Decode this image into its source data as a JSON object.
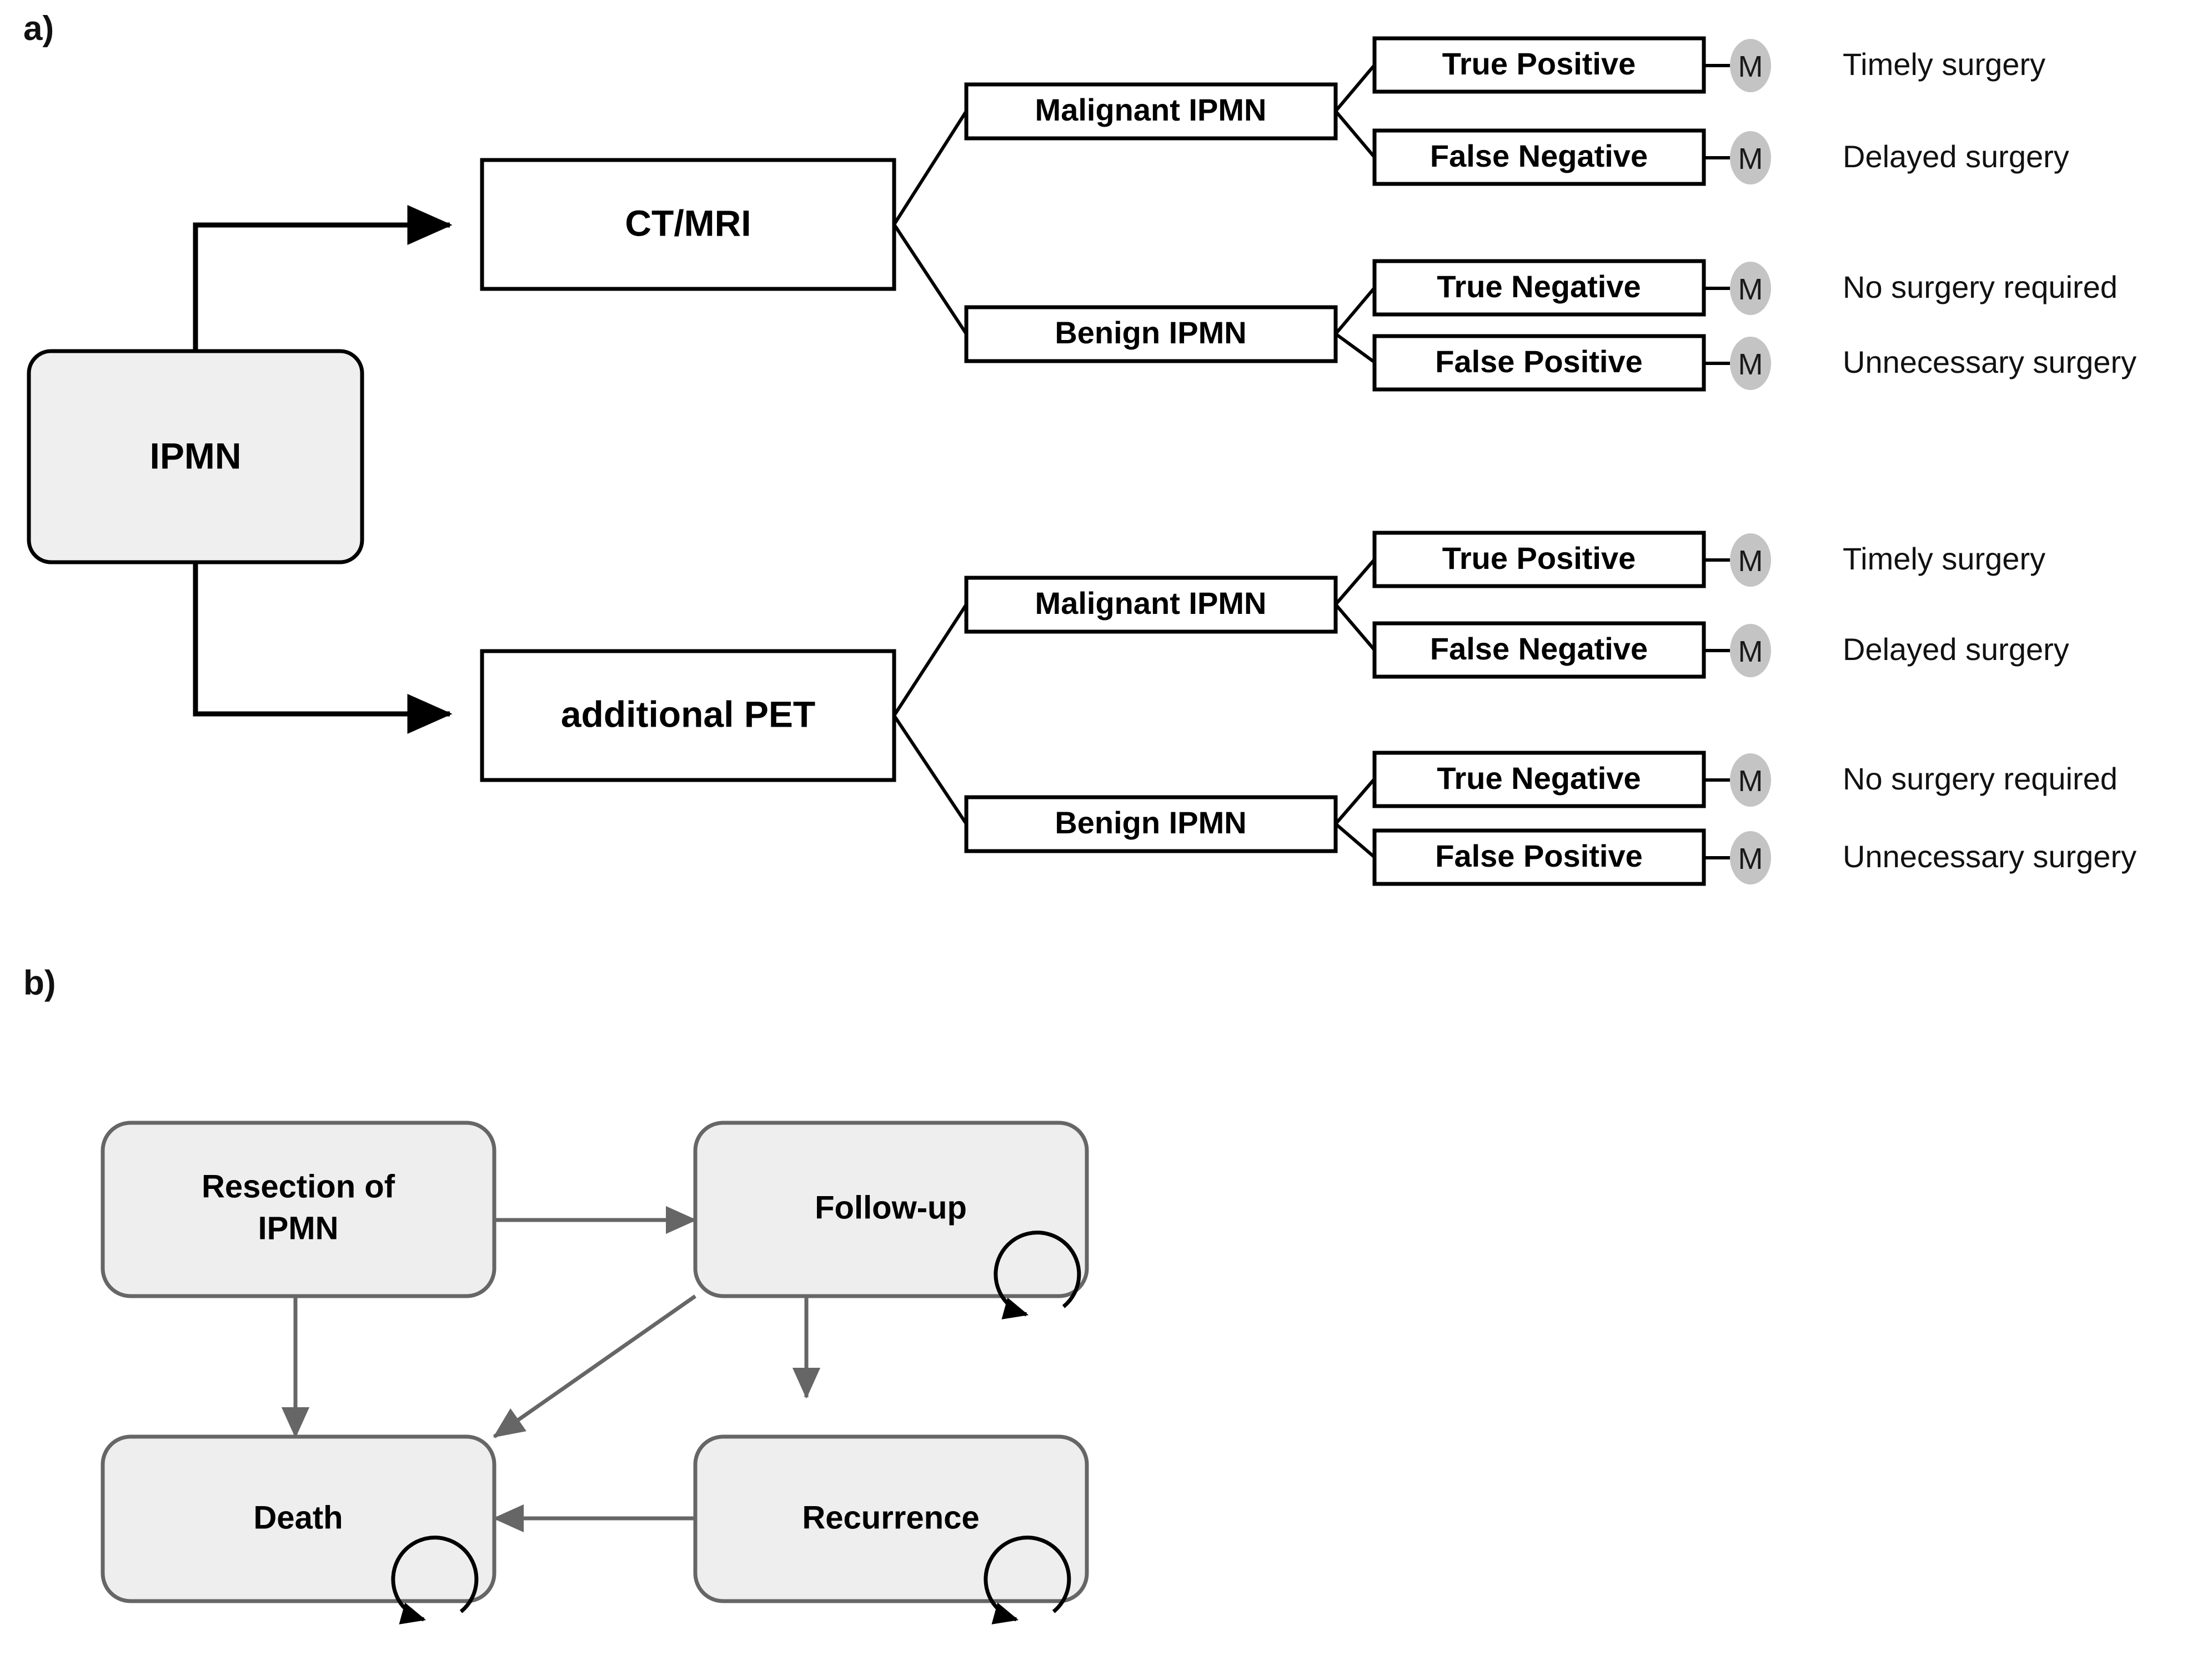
{
  "figure": {
    "panel_a_label": "a)",
    "panel_b_label": "b)"
  },
  "panel_a": {
    "root": {
      "label": "IPMN"
    },
    "strategies": [
      {
        "id": "ctmri",
        "label": "CT/MRI"
      },
      {
        "id": "pet",
        "label": "additional PET"
      }
    ],
    "disease_states": [
      {
        "label": "Malignant IPMN"
      },
      {
        "label": "Benign IPMN"
      }
    ],
    "branches": [
      {
        "strategy": "CT/MRI",
        "states": [
          {
            "state": "Malignant IPMN",
            "outcomes": [
              {
                "test_result": "True Positive",
                "markov": "M",
                "consequence": "Timely surgery"
              },
              {
                "test_result": "False Negative",
                "markov": "M",
                "consequence": "Delayed surgery"
              }
            ]
          },
          {
            "state": "Benign IPMN",
            "outcomes": [
              {
                "test_result": "True Negative",
                "markov": "M",
                "consequence": "No surgery required"
              },
              {
                "test_result": "False Positive",
                "markov": "M",
                "consequence": "Unnecessary surgery"
              }
            ]
          }
        ]
      },
      {
        "strategy": "additional PET",
        "states": [
          {
            "state": "Malignant IPMN",
            "outcomes": [
              {
                "test_result": "True Positive",
                "markov": "M",
                "consequence": "Timely surgery"
              },
              {
                "test_result": "False Negative",
                "markov": "M",
                "consequence": "Delayed surgery"
              }
            ]
          },
          {
            "state": "Benign IPMN",
            "outcomes": [
              {
                "test_result": "True Negative",
                "markov": "M",
                "consequence": "No surgery required"
              },
              {
                "test_result": "False Positive",
                "markov": "M",
                "consequence": "Unnecessary surgery"
              }
            ]
          }
        ]
      }
    ],
    "markov_marker": "M"
  },
  "panel_b": {
    "states": [
      {
        "id": "resection",
        "label_line1": "Resection of",
        "label_line2": "IPMN"
      },
      {
        "id": "followup",
        "label_line1": "Follow-up",
        "label_line2": ""
      },
      {
        "id": "death",
        "label_line1": "Death",
        "label_line2": ""
      },
      {
        "id": "recurrence",
        "label_line1": "Recurrence",
        "label_line2": ""
      }
    ],
    "transitions": [
      {
        "from": "resection",
        "to": "followup",
        "type": "bidirectional"
      },
      {
        "from": "resection",
        "to": "death",
        "type": "directed"
      },
      {
        "from": "followup",
        "to": "death",
        "type": "directed"
      },
      {
        "from": "followup",
        "to": "recurrence",
        "type": "directed"
      },
      {
        "from": "recurrence",
        "to": "death",
        "type": "directed"
      },
      {
        "from": "followup",
        "to": "followup",
        "type": "self-loop"
      },
      {
        "from": "death",
        "to": "death",
        "type": "self-loop"
      },
      {
        "from": "recurrence",
        "to": "recurrence",
        "type": "self-loop"
      }
    ]
  },
  "colors": {
    "state_fill": "#eeeeee",
    "state_border": "#666666",
    "tree_border": "#000000",
    "markov_circle": "#c4c4c4",
    "background": "#ffffff"
  }
}
